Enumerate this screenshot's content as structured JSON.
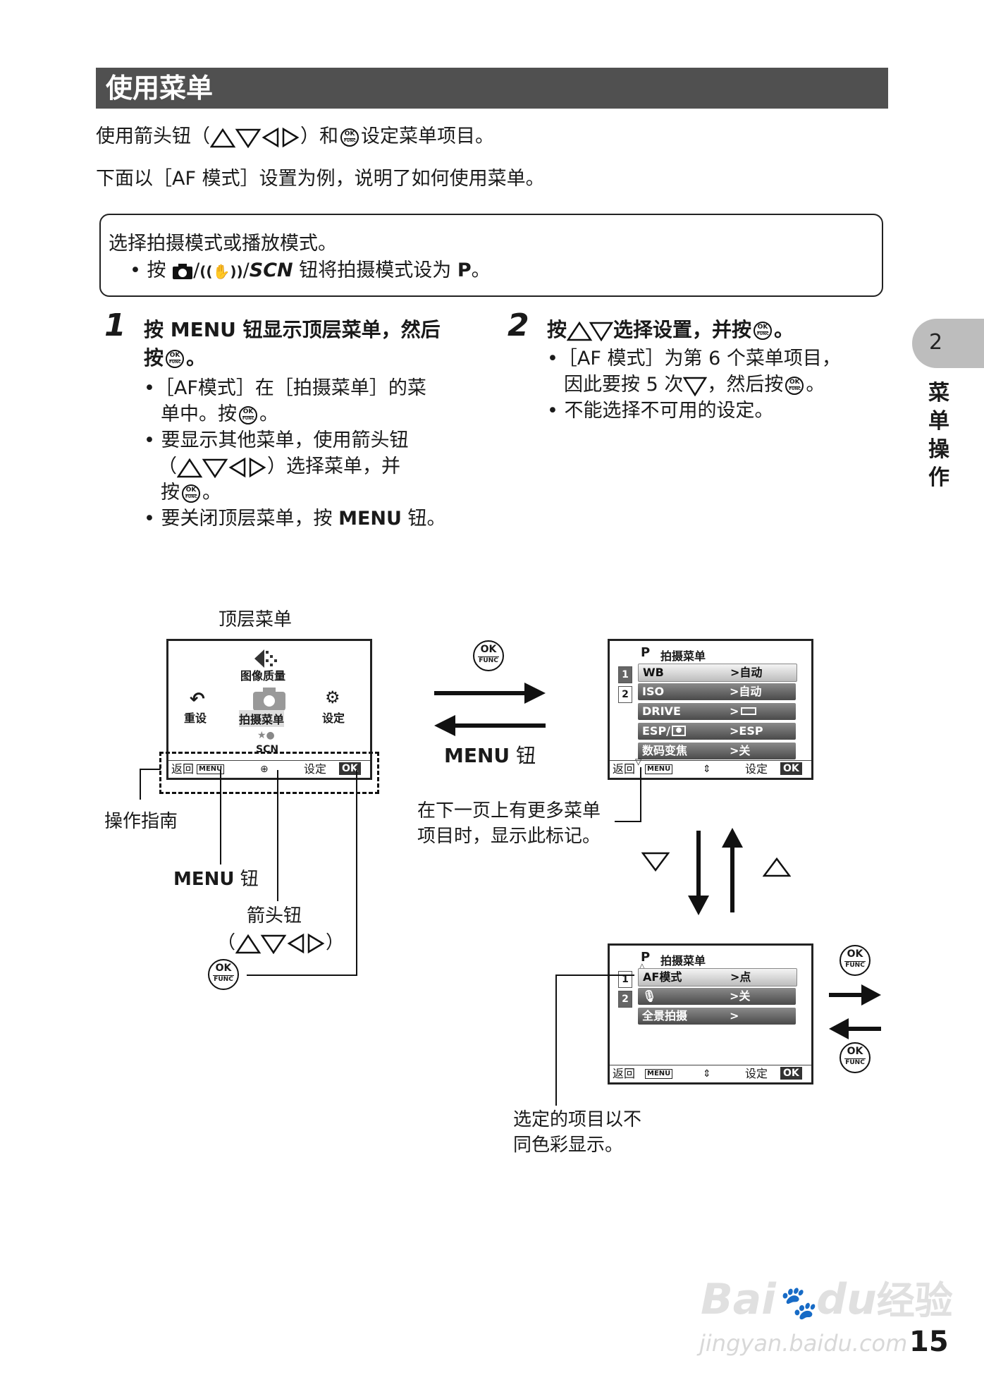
{
  "title": "使用菜单",
  "intro": {
    "line1_a": "使用箭头钮（",
    "line1_b": "）和",
    "line1_c": "设定菜单项目。",
    "line2": "下面以［AF 模式］设置为例，说明了如何使用菜单。"
  },
  "box": {
    "line1": "选择拍摄模式或播放模式。",
    "bullet_a": "• 按 ",
    "bullet_b": "/",
    "bullet_scn": "SCN",
    "bullet_c": " 钮将拍摄模式设为 ",
    "bullet_p": "P",
    "bullet_d": "。"
  },
  "step1": {
    "num": "1",
    "head_a": "按 ",
    "head_menu": "MENU",
    "head_b": " 钮显示顶层菜单，然后",
    "head_c": "按",
    "head_d": "。",
    "b1_a": "•［AF模式］在［拍摄菜单］的菜",
    "b1_b": "单中。按",
    "b1_c": "。",
    "b2_a": "• 要显示其他菜单，使用箭头钮",
    "b2_b": "（",
    "b2_c": "）选择菜单，并",
    "b2_d": "按",
    "b2_e": "。",
    "b3_a": "• 要关闭顶层菜单，按 ",
    "b3_menu": "MENU",
    "b3_b": " 钮。"
  },
  "step2": {
    "num": "2",
    "head_a": "按",
    "head_b": "选择设置，并按",
    "head_c": "。",
    "b1_a": "•［AF 模式］为第 6 个菜单项目，",
    "b1_b": "因此要按 5 次",
    "b1_c": "，然后按",
    "b1_d": "。",
    "b2": "• 不能选择不可用的设定。"
  },
  "side": {
    "chapter": "2",
    "label": "菜单操作"
  },
  "top_menu": {
    "caption": "顶层菜单",
    "image_quality": "图像质量",
    "reset": "重设",
    "shooting_menu": "拍摄菜单",
    "setup": "设定",
    "scn": "SCN",
    "guide_back": "返回",
    "guide_menu": "MENU",
    "guide_set": "设定",
    "guide_ok": "OK"
  },
  "labels": {
    "op_guide": "操作指南",
    "menu_btn_a": "MENU",
    "menu_btn_b": " 钮",
    "arrow_btn": "箭头钮",
    "arrow_btn_paren_a": "（",
    "arrow_btn_paren_b": "）",
    "menu_return_a": "MENU",
    "menu_return_b": " 钮",
    "more_items_1": "在下一页上有更多菜单",
    "more_items_2": "项目时，显示此标记。",
    "selected_1": "选定的项目以不",
    "selected_2": "同色彩显示。"
  },
  "screen_page1": {
    "mode": "P",
    "header": "拍摄菜单",
    "pages": [
      "1",
      "2"
    ],
    "items": [
      {
        "label": "WB",
        "value": ">自动"
      },
      {
        "label": "ISO",
        "value": ">自动"
      },
      {
        "label": "DRIVE",
        "value": ">"
      },
      {
        "label": "ESP/",
        "value": ">ESP"
      },
      {
        "label": "数码变焦",
        "value": ">关"
      }
    ],
    "guide_back": "返回",
    "guide_menu": "MENU",
    "guide_set": "设定",
    "guide_ok": "OK"
  },
  "screen_page2": {
    "mode": "P",
    "header": "拍摄菜单",
    "pages": [
      "1",
      "2"
    ],
    "items": [
      {
        "label": "AF模式",
        "value": ">点"
      },
      {
        "label": "",
        "value": ">关"
      },
      {
        "label": "全景拍摄",
        "value": ">"
      }
    ],
    "guide_back": "返回",
    "guide_menu": "MENU",
    "guide_set": "设定",
    "guide_ok": "OK"
  },
  "watermark": {
    "brand_a": "Bai",
    "brand_b": "du",
    "brand_c": "经验",
    "url": "jingyan.baidu.com"
  },
  "page_number": "15"
}
